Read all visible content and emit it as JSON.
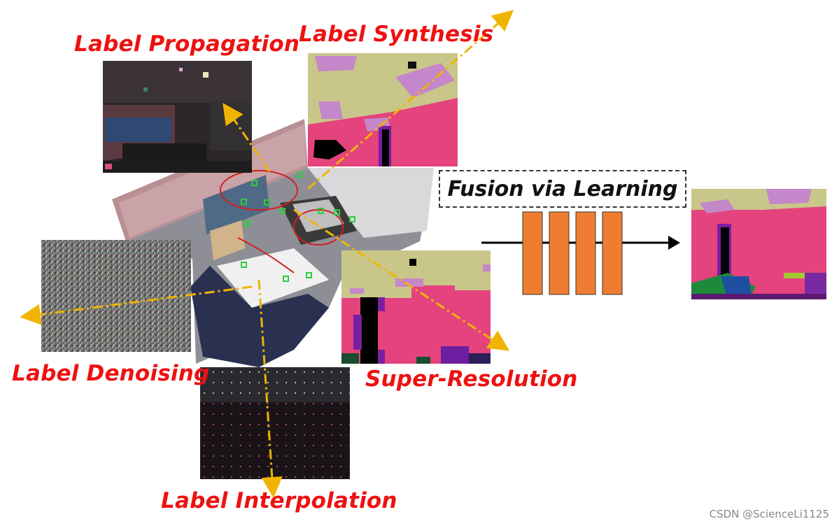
{
  "labels": {
    "propagation": "Label Propagation",
    "synthesis": "Label Synthesis",
    "denoising": "Label Denoising",
    "super_resolution": "Super-Resolution",
    "interpolation": "Label Interpolation"
  },
  "fusion": {
    "text": "Fusion via Learning"
  },
  "watermark": "CSDN @ScienceLi1125",
  "colors": {
    "label_red": "#ee1111",
    "arrow_yellow": "#f0b400",
    "bar_orange": "#ef7d31",
    "seg_pink": "#e4437e",
    "seg_beige": "#c9c68a",
    "seg_lavender": "#c487c9"
  }
}
